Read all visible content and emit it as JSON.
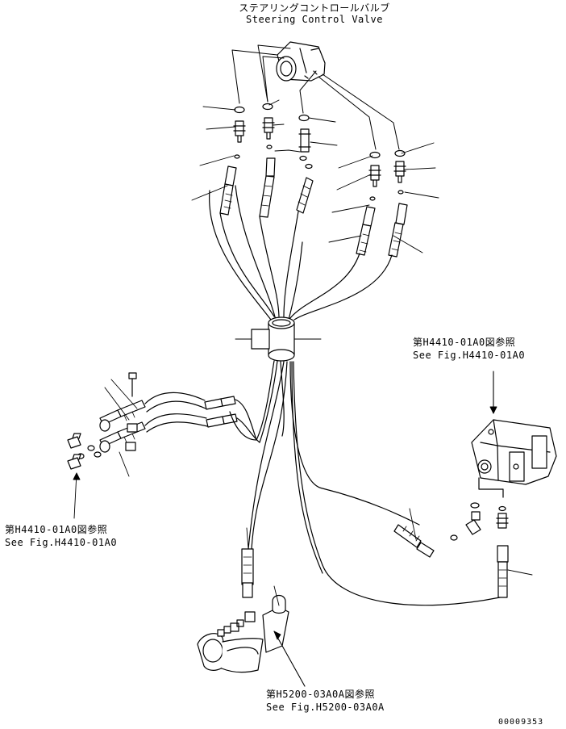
{
  "title": {
    "jp": "ステアリングコントロールバルブ",
    "en": "Steering Control Valve"
  },
  "references": {
    "right": {
      "jp": "第H4410-01A0図参照",
      "en": "See Fig.H4410-01A0"
    },
    "left": {
      "jp": "第H4410-01A0図参照",
      "en": "See Fig.H4410-01A0"
    },
    "bottom": {
      "jp": "第H5200-03A0A図参照",
      "en": "See Fig.H5200-03A0A"
    }
  },
  "drawing_number": "00009353",
  "colors": {
    "line": "#000000",
    "background": "#ffffff"
  }
}
